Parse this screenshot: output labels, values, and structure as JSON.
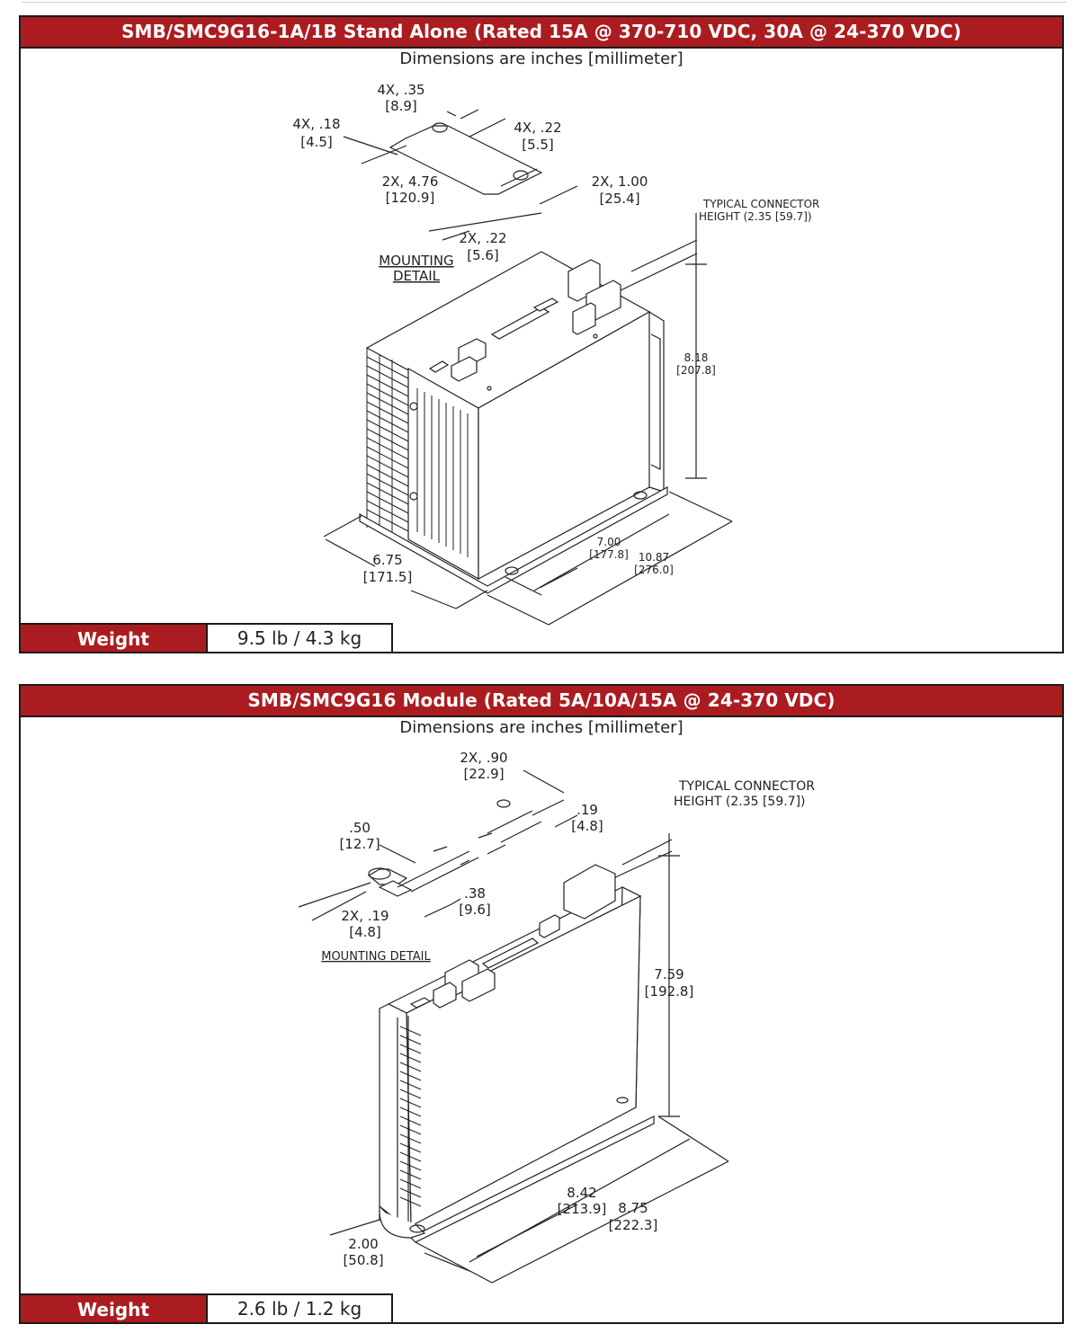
{
  "panels": [
    {
      "title": "SMB/SMC9G16-1A/1B Stand Alone (Rated 15A @ 370-710 VDC, 30A @ 24-370 VDC)",
      "subtitle": "Dimensions are inches [millimeter]",
      "weight_label": "Weight",
      "weight_value": "9.5 lb / 4.3 kg",
      "labels": {
        "mounting1": "MOUNTING",
        "mounting2": "DETAIL",
        "d1a": "4X, .35",
        "d1b": "[8.9]",
        "d2a": "4X, .18",
        "d2b": "[4.5]",
        "d3a": "4X, .22",
        "d3b": "[5.5]",
        "d4a": "2X, 4.76",
        "d4b": "[120.9]",
        "d5a": "2X, 1.00",
        "d5b": "[25.4]",
        "d6a": "2X, .22",
        "d6b": "[5.6]",
        "conn1": "TYPICAL CONNECTOR",
        "conn2": "HEIGHT (2.35 [59.7])",
        "h1": "8.18",
        "h2": "[207.8]",
        "w1": "6.75",
        "w2": "[171.5]",
        "l1": "7.00",
        "l2": "[177.8]",
        "t1": "10.87",
        "t2": "[276.0]"
      }
    },
    {
      "title": "SMB/SMC9G16 Module (Rated 5A/10A/15A @ 24-370 VDC)",
      "subtitle": "Dimensions are inches [millimeter]",
      "weight_label": "Weight",
      "weight_value": "2.6 lb / 1.2 kg",
      "labels": {
        "mounting": "MOUNTING DETAIL",
        "d1a": "2X, .90",
        "d1b": "[22.9]",
        "d2a": ".19",
        "d2b": "[4.8]",
        "d3a": ".50",
        "d3b": "[12.7]",
        "d4a": ".38",
        "d4b": "[9.6]",
        "d5a": "2X, .19",
        "d5b": "[4.8]",
        "conn1": "TYPICAL CONNECTOR",
        "conn2": "HEIGHT (2.35 [59.7])",
        "h1": "7.59",
        "h2": "[192.8]",
        "w1": "2.00",
        "w2": "[50.8]",
        "l1": "8.42",
        "l2": "[213.9]",
        "t1": "8.75",
        "t2": "[222.3]"
      }
    }
  ]
}
